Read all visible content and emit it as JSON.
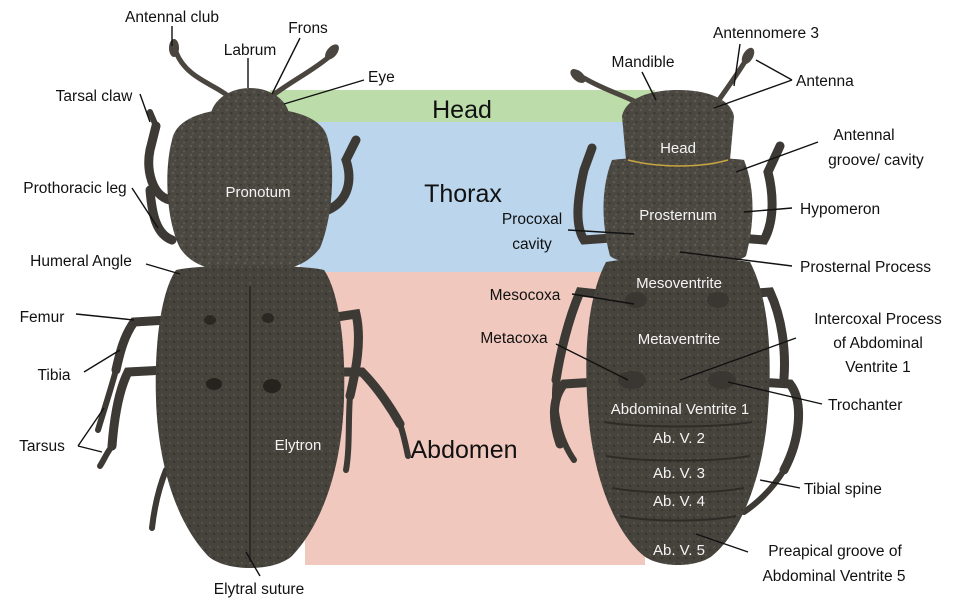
{
  "regions": {
    "head": "Head",
    "thorax": "Thorax",
    "abdomen": "Abdomen"
  },
  "colors": {
    "head_band": "#bcdcaa",
    "thorax_band": "#bad5ec",
    "abdomen_band": "#f0c8be",
    "beetle_body": "#4b4741",
    "beetle_dark": "#37342f",
    "leader_line": "#111111"
  },
  "dorsal": {
    "labels": {
      "antennal_club": "Antennal club",
      "frons": "Frons",
      "labrum": "Labrum",
      "eye": "Eye",
      "tarsal_claw": "Tarsal claw",
      "prothoracic_leg": "Prothoracic leg",
      "humeral_angle": "Humeral Angle",
      "femur": "Femur",
      "tibia": "Tibia",
      "tarsus": "Tarsus",
      "elytral_suture": "Elytral suture"
    },
    "inner_labels": {
      "pronotum": "Pronotum",
      "elytron": "Elytron"
    }
  },
  "ventral": {
    "labels": {
      "mandible": "Mandible",
      "antennomere_3": "Antennomere 3",
      "antenna": "Antenna",
      "antennal_groove_line1": "Antennal",
      "antennal_groove_line2": "groove/ cavity",
      "hypomeron": "Hypomeron",
      "procoxal_line1": "Procoxal",
      "procoxal_line2": "cavity",
      "prosternal_process": "Prosternal Process",
      "mesocoxa": "Mesocoxa",
      "metacoxa": "Metacoxa",
      "intercoxal_line1": "Intercoxal Process",
      "intercoxal_line2": "of Abdominal",
      "intercoxal_line3": "Ventrite 1",
      "trochanter": "Trochanter",
      "tibial_spine": "Tibial spine",
      "preapical_line1": "Preapical groove of",
      "preapical_line2": "Abdominal Ventrite 5"
    },
    "inner_labels": {
      "head": "Head",
      "prosternum": "Prosternum",
      "mesoventrite": "Mesoventrite",
      "metaventrite": "Metaventrite",
      "abdominal_ventrite_1": "Abdominal Ventrite 1",
      "ab_v2": "Ab. V. 2",
      "ab_v3": "Ab. V. 3",
      "ab_v4": "Ab. V. 4",
      "ab_v5": "Ab. V. 5"
    }
  }
}
